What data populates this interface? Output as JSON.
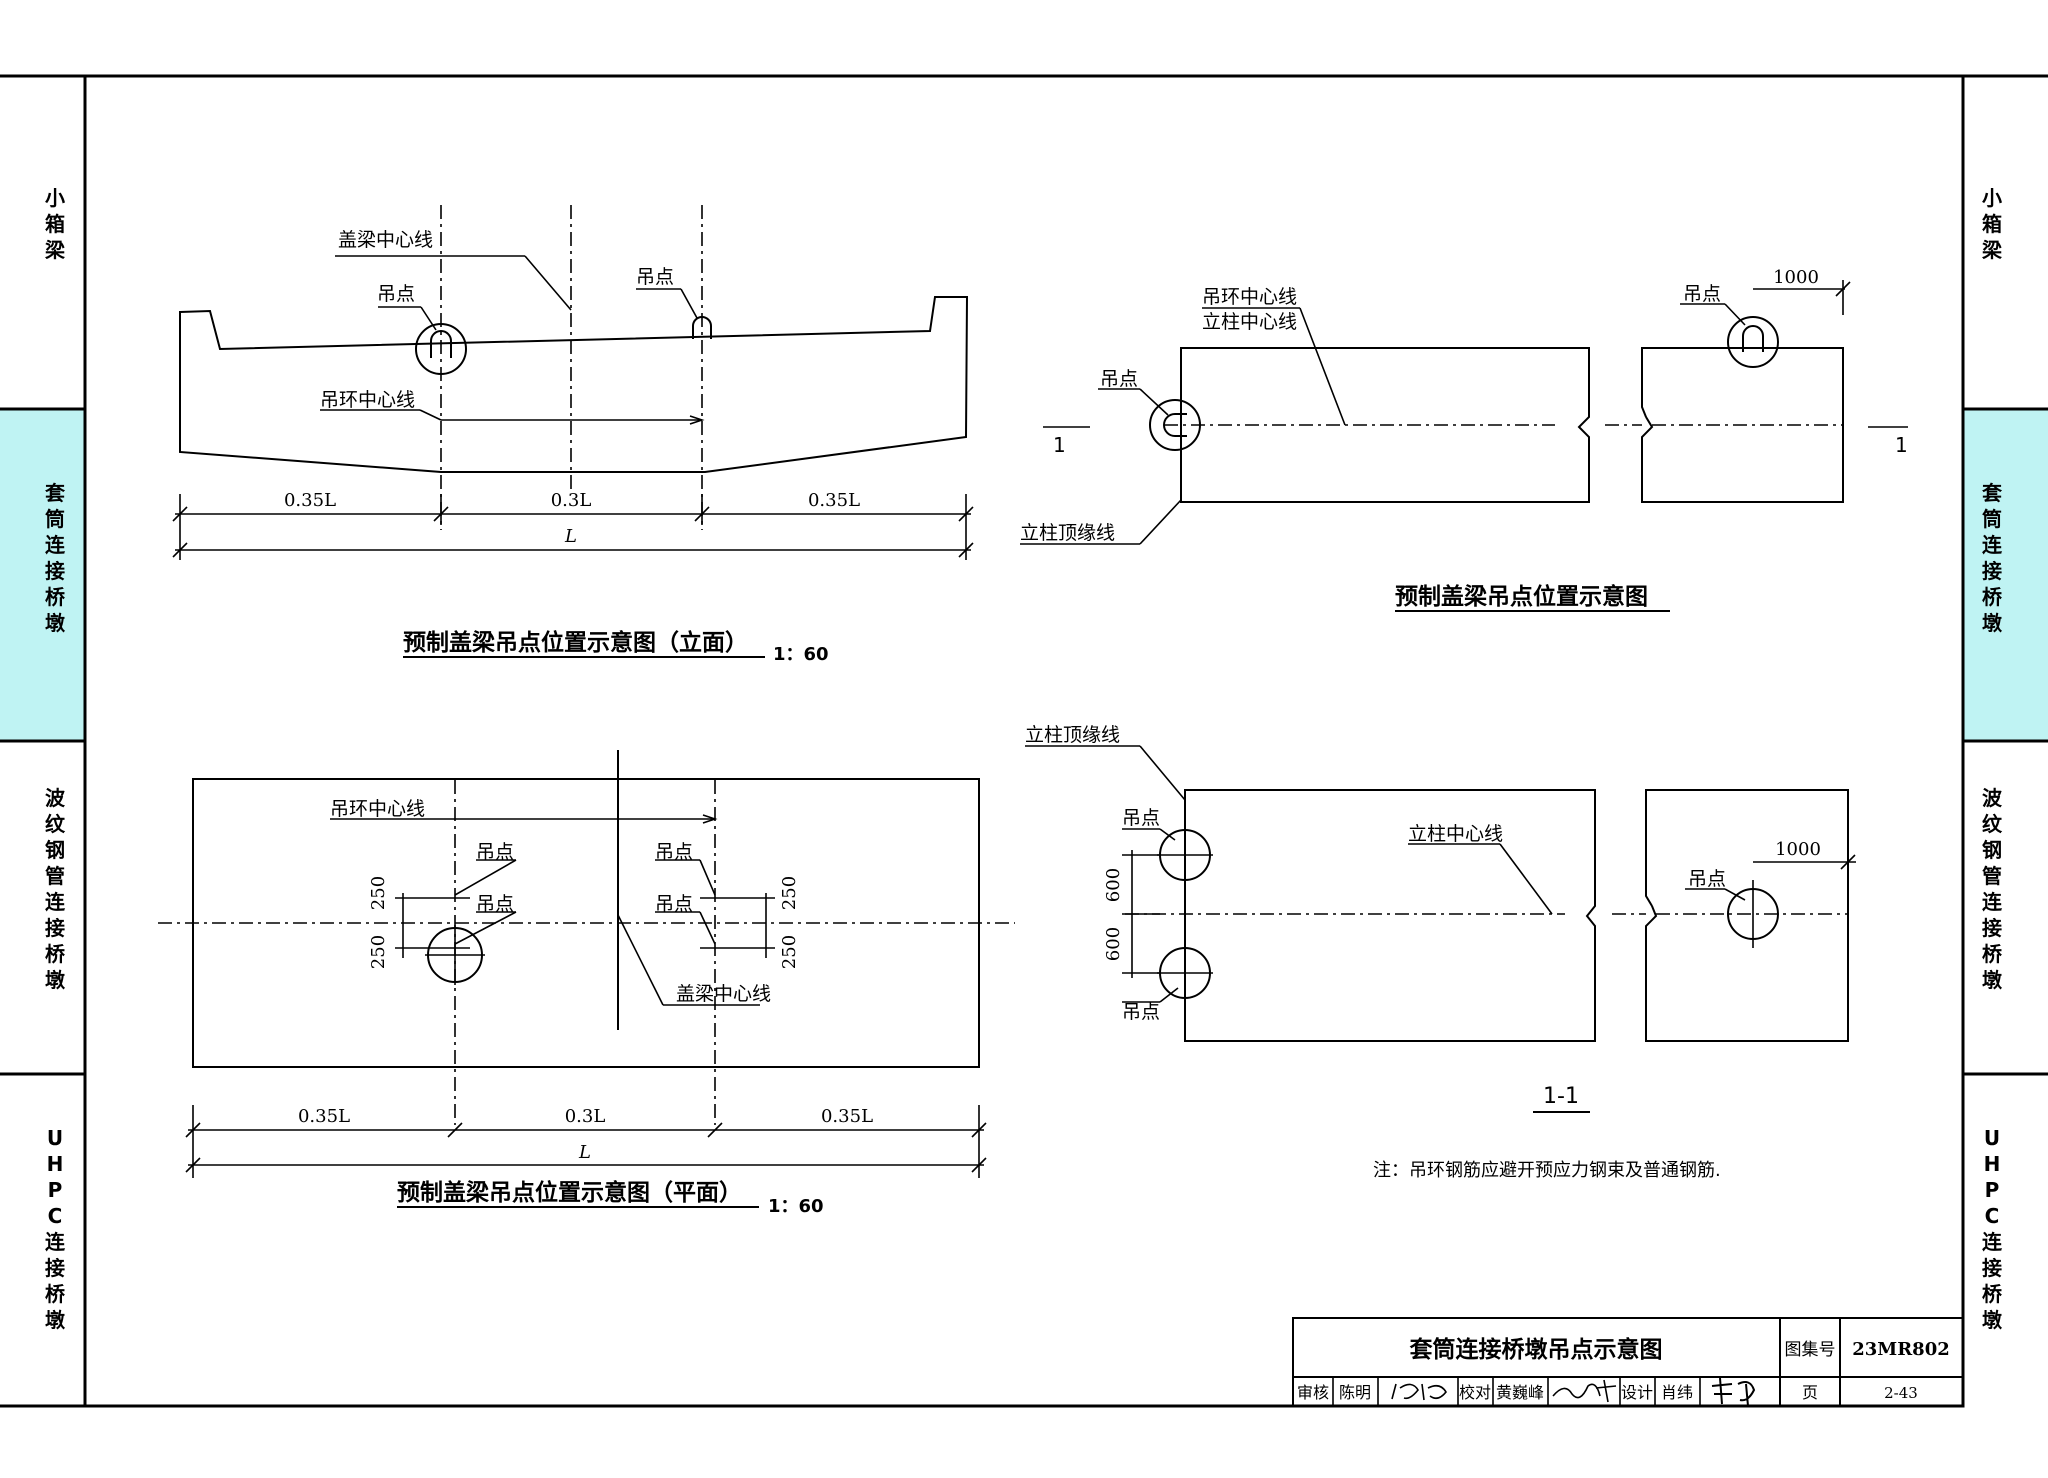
{
  "side_tabs": {
    "items": [
      {
        "text": "小箱梁"
      },
      {
        "text": "套筒连接桥墩",
        "active": true
      },
      {
        "text": "波纹钢管连接桥墩"
      },
      {
        "text": "UHPC连接桥墩"
      }
    ],
    "active_color": "#bff3f3"
  },
  "elevation": {
    "title": "预制盖梁吊点位置示意图（立面）",
    "scale": "1：60",
    "label_centerline": "盖梁中心线",
    "label_lift_point_left": "吊点",
    "label_lift_point_right": "吊点",
    "label_ring_centerline": "吊环中心线",
    "dim_left": "0.35L",
    "dim_mid": "0.3L",
    "dim_right": "0.35L",
    "dim_total": "L"
  },
  "plan": {
    "title": "预制盖梁吊点位置示意图（平面）",
    "scale": "1：60",
    "label_ring_centerline": "吊环中心线",
    "label_lift_1": "吊点",
    "label_lift_2": "吊点",
    "label_lift_3": "吊点",
    "label_lift_4": "吊点",
    "label_centerline": "盖梁中心线",
    "dim_250_a": "250",
    "dim_250_b": "250",
    "dim_250_c": "250",
    "dim_250_d": "250",
    "dim_left": "0.35L",
    "dim_mid": "0.3L",
    "dim_right": "0.35L",
    "dim_total": "L"
  },
  "right_top": {
    "title": "预制盖梁吊点位置示意图",
    "label_ring_centerline": "吊环中心线",
    "label_column_centerline": "立柱中心线",
    "label_lift_left": "吊点",
    "label_lift_right": "吊点",
    "label_column_top_edge": "立柱顶缘线",
    "dim_1000": "1000",
    "section_mark_left": "1",
    "section_mark_right": "1"
  },
  "right_bottom": {
    "title": "1-1",
    "label_column_top_edge": "立柱顶缘线",
    "label_column_centerline": "立柱中心线",
    "label_lift_top": "吊点",
    "label_lift_bottom": "吊点",
    "label_lift_right": "吊点",
    "dim_600_a": "600",
    "dim_600_b": "600",
    "dim_1000": "1000"
  },
  "note": "注：吊环钢筋应避开预应力钢束及普通钢筋.",
  "title_block": {
    "drawing_title": "套筒连接桥墩吊点示意图",
    "atlas_label": "图集号",
    "atlas_no": "23MR802",
    "review_label": "审核",
    "reviewer": "陈明",
    "check_label": "校对",
    "checker": "黄巍峰",
    "design_label": "设计",
    "designer": "肖纬",
    "page_label": "页",
    "page_no": "2-43"
  }
}
